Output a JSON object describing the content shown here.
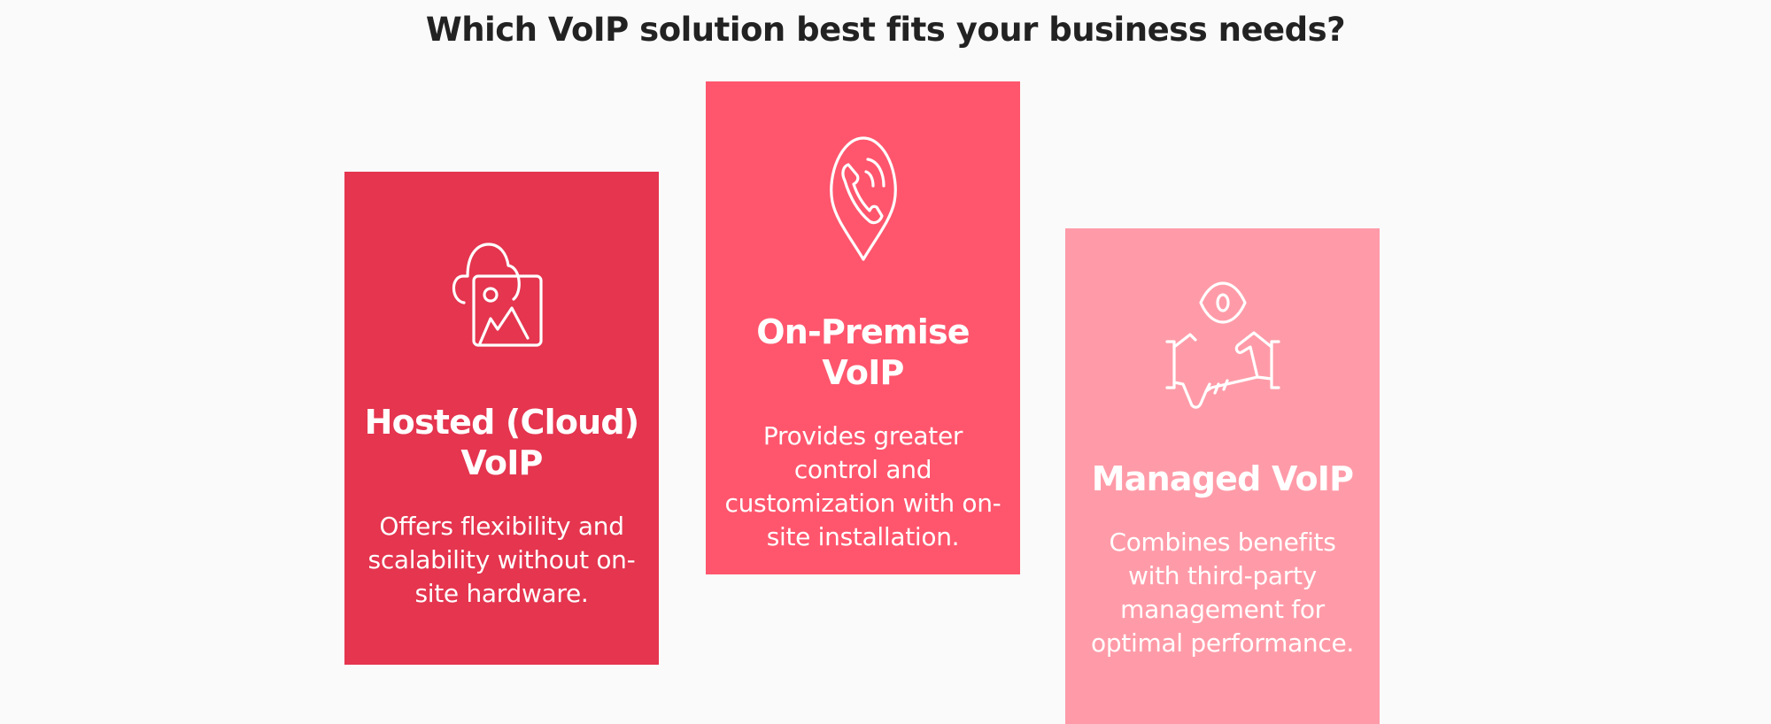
{
  "title": "Which VoIP solution best fits your business needs?",
  "colors": {
    "hosted": "#E5354F",
    "on_premise": "#FF566D",
    "managed": "#FF9BA8",
    "background": "#FAFAFA"
  },
  "cards": [
    {
      "icon": "cloud-image-icon",
      "heading": "Hosted (Cloud) VoIP",
      "body": "Offers flexibility and scalability without on-site hardware."
    },
    {
      "icon": "phone-location-pin-icon",
      "heading": "On-Premise VoIP",
      "body": "Provides greater control and customization with on-site installation."
    },
    {
      "icon": "eye-handshake-icon",
      "heading": "Managed VoIP",
      "body": "Combines benefits with third-party management for optimal performance."
    }
  ]
}
